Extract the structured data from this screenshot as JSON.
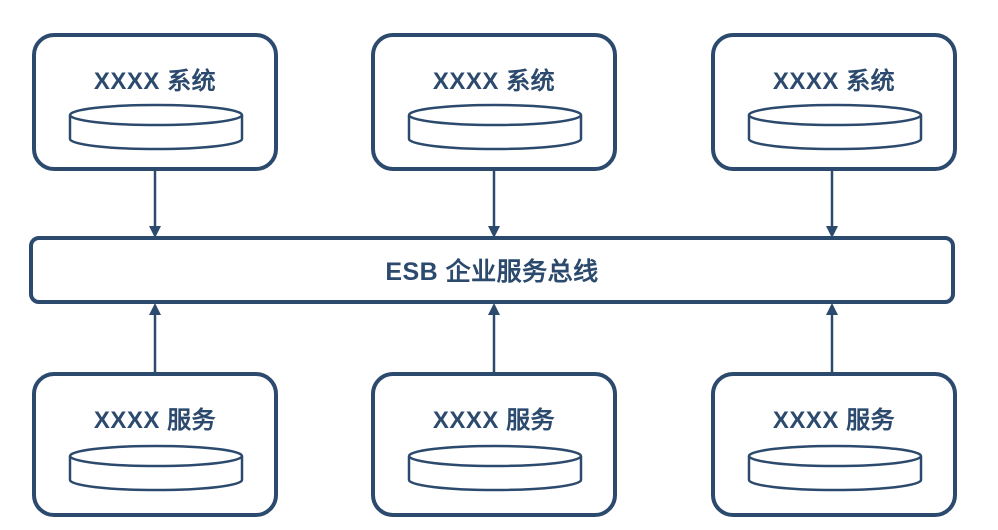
{
  "top_systems": [
    {
      "label": "XXXX 系统"
    },
    {
      "label": "XXXX 系统"
    },
    {
      "label": "XXXX 系统"
    }
  ],
  "bus": {
    "label": "ESB 企业服务总线"
  },
  "bottom_services": [
    {
      "label": "XXXX 服务"
    },
    {
      "label": "XXXX 服务"
    },
    {
      "label": "XXXX 服务"
    }
  ],
  "colors": {
    "line": "#2c4a6e",
    "background": "#ffffff"
  },
  "icons": {
    "storage": "database-cylinder-icon"
  }
}
